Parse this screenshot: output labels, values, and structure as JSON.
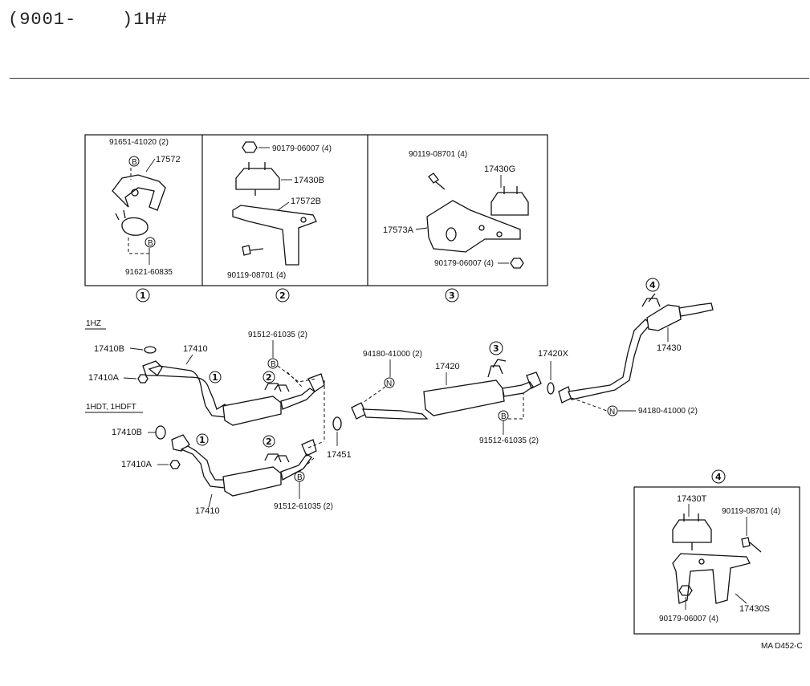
{
  "header": {
    "code": "(9001-    )1H#"
  },
  "footer": {
    "ref_code": "MA  D452-C"
  },
  "groups": {
    "g1hz": "1HZ",
    "g1hdt": "1HDT, 1HDFT"
  },
  "insets": {
    "one": {
      "num": "1",
      "bolt_top": "91651-41020 (2)",
      "bracket": "17572",
      "bolt_bottom": "91621-60835"
    },
    "two": {
      "num": "2",
      "nut": "90179-06007 (4)",
      "mount": "17430B",
      "bracket": "17572B",
      "bolt": "90119-08701 (4)"
    },
    "three": {
      "num": "3",
      "bolt": "90119-08701 (4)",
      "mount": "17430G",
      "bracket": "17573A",
      "nut": "90179-06007 (4)"
    },
    "four": {
      "num": "4",
      "mount": "17430T",
      "bolt": "90119-08701 (4)",
      "bracket": "17430S",
      "nut": "90179-06007 (4)"
    }
  },
  "main": {
    "hz_gasket": "17410B",
    "hz_pipe": "17410",
    "hz_nut": "17410A",
    "hz_bolt": "91512-61035 (2)",
    "hdt_gasket": "17410B",
    "hdt_nut": "17410A",
    "hdt_pipe": "17410",
    "hdt_bolt": "91512-61035 (2)",
    "gasket_17451": "17451",
    "spring_left": "94180-41000 (2)",
    "center_pipe": "17420",
    "center_bolt": "91512-61035 (2)",
    "gasket_17420x": "17420X",
    "tail_pipe": "17430",
    "spring_right": "94180-41000 (2)"
  },
  "markers": {
    "b": "B",
    "n": "N",
    "c1": "1",
    "c2": "2",
    "c3": "3",
    "c4": "4"
  }
}
